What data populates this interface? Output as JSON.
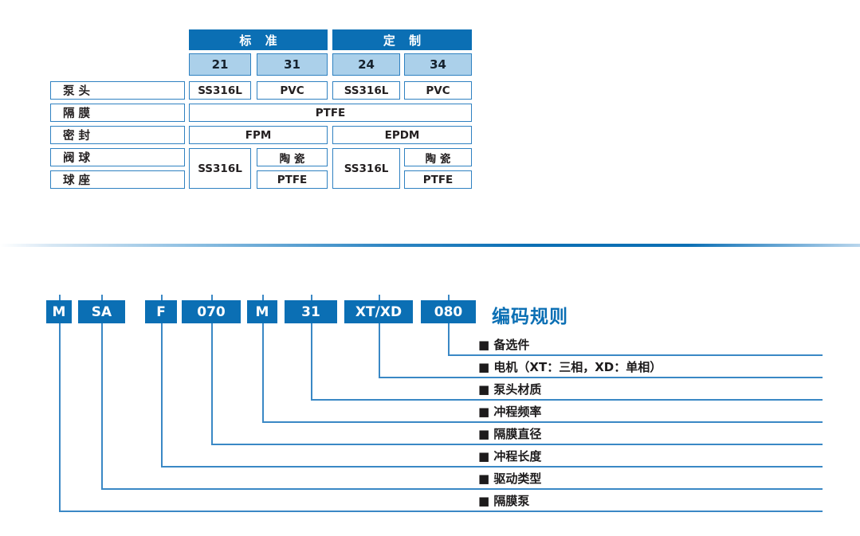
{
  "table": {
    "groups": [
      {
        "title": "标 准",
        "codes": [
          "21",
          "31"
        ]
      },
      {
        "title": "定 制",
        "codes": [
          "24",
          "34"
        ]
      }
    ],
    "row_labels": [
      "泵 头",
      "隔 膜",
      "密 封",
      "阀 球",
      "球 座"
    ],
    "pump_head": [
      "SS316L",
      "PVC",
      "SS316L",
      "PVC"
    ],
    "diaphragm": "PTFE",
    "seal": [
      "FPM",
      "EPDM"
    ],
    "valve": [
      {
        "merged": "SS316L",
        "ball": "陶 瓷",
        "seat": "PTFE"
      },
      {
        "merged": "SS316L",
        "ball": "陶 瓷",
        "seat": "PTFE"
      }
    ]
  },
  "coding": {
    "title": "编码规则",
    "boxes": [
      "M",
      "SA",
      "F",
      "070",
      "M",
      "31",
      "XT/XD",
      "080"
    ],
    "labels": [
      "■ 备选件",
      "■ 电机（XT：三相，XD：单相）",
      "■ 泵头材质",
      "■ 冲程频率",
      "■ 隔膜直径",
      "■ 冲程长度",
      "■ 驱动类型",
      "■ 隔膜泵"
    ]
  },
  "colors": {
    "primary_blue": "#0b6fb4",
    "light_blue_fill": "#abd0ea",
    "border_blue": "#2f81c1",
    "line_blue": "#3a88c5",
    "text_dark": "#231f20"
  }
}
